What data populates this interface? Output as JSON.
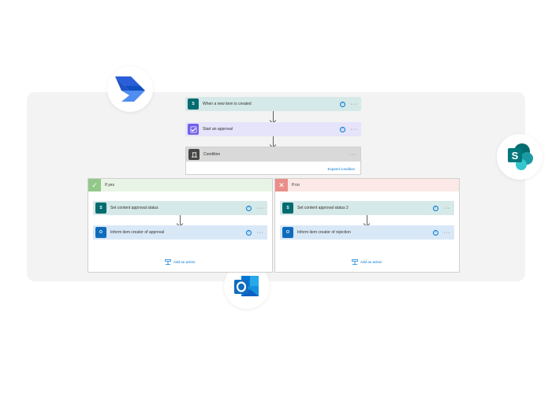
{
  "flow": {
    "trigger": {
      "label": "When a new item is created",
      "icon": "sharepoint-icon",
      "help": "?",
      "more": "···"
    },
    "approval": {
      "label": "Start an approval",
      "icon": "approval-icon",
      "help": "?",
      "more": "···"
    },
    "condition": {
      "label": "Condition",
      "icon": "condition-icon",
      "more": "···",
      "expand_label": "Expand condition"
    }
  },
  "branches": {
    "yes": {
      "label": "If yes",
      "icon": "check-icon",
      "actions": [
        {
          "label": "Set content approval status",
          "icon": "sharepoint-icon",
          "help": "?",
          "more": "···"
        },
        {
          "label": "Inform item creator of approval",
          "icon": "outlook-icon",
          "help": "?",
          "more": "···"
        }
      ],
      "add_action": "Add an action"
    },
    "no": {
      "label": "If no",
      "icon": "close-icon",
      "actions": [
        {
          "label": "Set content approval status 2",
          "icon": "sharepoint-icon",
          "help": "?",
          "more": "···"
        },
        {
          "label": "Inform item creator of rejection",
          "icon": "outlook-icon",
          "help": "?",
          "more": "···"
        }
      ],
      "add_action": "Add an action"
    }
  },
  "logos": [
    "power-automate-logo",
    "sharepoint-logo",
    "outlook-logo"
  ],
  "colors": {
    "sharepoint": "#036c70",
    "approval": "#7160e8",
    "outlook": "#0f6cbd",
    "link": "#0078d4",
    "yes": "#92c98a",
    "no": "#ea8e8a"
  }
}
